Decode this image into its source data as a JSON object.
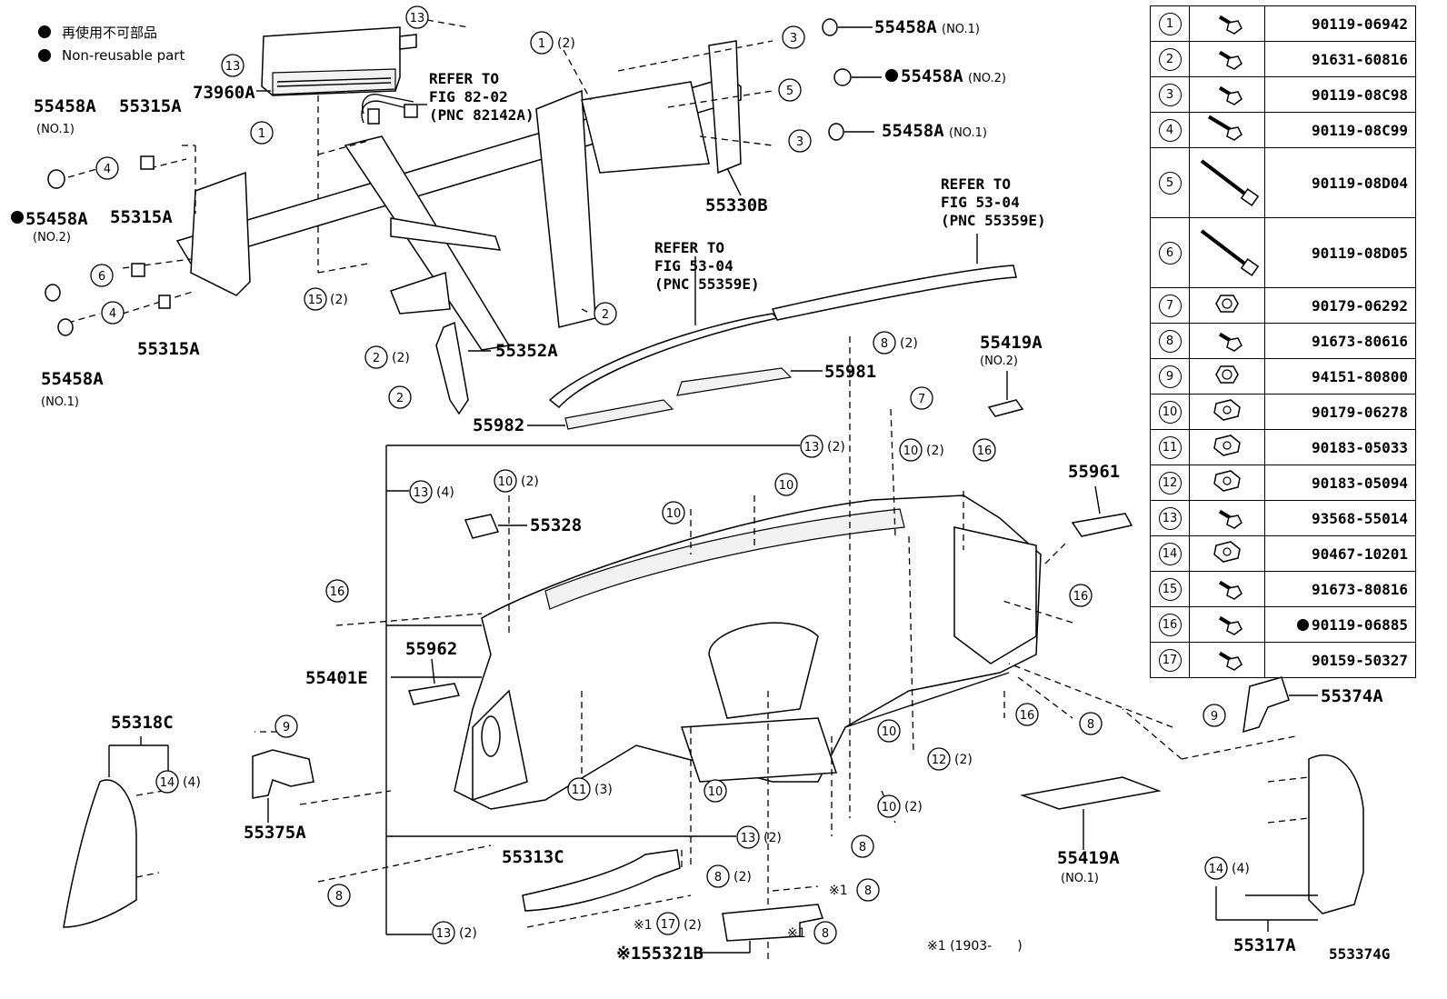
{
  "legend": {
    "line1": "再使用不可部品",
    "line2": "Non-reusable part"
  },
  "labels": {
    "p73960A": "73960A",
    "p55458A_a": "55458A",
    "p55458A_a_sub": "(NO.1)",
    "p55315A_a": "55315A",
    "p55458A_b": "55458A",
    "p55458A_b_sub": "(NO.2)",
    "p55315A_b": "55315A",
    "p55315A_c": "55315A",
    "p55458A_c": "55458A",
    "p55458A_c_sub": "(NO.1)",
    "refer1_a": "REFER TO",
    "refer1_b": "FIG 82-02",
    "refer1_c": "(PNC 82142A)",
    "p55458A_r1": "55458A",
    "p55458A_r1_sub": "(NO.1)",
    "p55458A_r2": "55458A",
    "p55458A_r2_sub": "(NO.2)",
    "p55458A_r3": "55458A",
    "p55458A_r3_sub": "(NO.1)",
    "p55330B": "55330B",
    "refer2_a": "REFER TO",
    "refer2_b": "FIG 53-04",
    "refer2_c": "(PNC 55359E)",
    "refer3_a": "REFER TO",
    "refer3_b": "FIG 53-04",
    "refer3_c": "(PNC 55359E)",
    "p55352A": "55352A",
    "p55981": "55981",
    "p55982": "55982",
    "p55419A_2": "55419A",
    "p55419A_2_sub": "(NO.2)",
    "p55961": "55961",
    "p55328": "55328",
    "p55962": "55962",
    "p55401E": "55401E",
    "p55318C": "55318C",
    "p55375A": "55375A",
    "p55313C": "55313C",
    "p55321B": "※155321B",
    "p55419A_1": "55419A",
    "p55419A_1_sub": "(NO.1)",
    "p55374A": "55374A",
    "p55317A": "55317A",
    "note1": "※1 (1903-　　)",
    "figno": "553374G",
    "q2": "(2)",
    "q3": "(3)",
    "q4": "(4)",
    "x1": "※1"
  },
  "table": [
    {
      "no": "1",
      "part": "90119-06942"
    },
    {
      "no": "2",
      "part": "91631-60816"
    },
    {
      "no": "3",
      "part": "90119-08C98"
    },
    {
      "no": "4",
      "part": "90119-08C99"
    },
    {
      "no": "5",
      "part": "90119-08D04"
    },
    {
      "no": "6",
      "part": "90119-08D05"
    },
    {
      "no": "7",
      "part": "90179-06292"
    },
    {
      "no": "8",
      "part": "91673-80616"
    },
    {
      "no": "9",
      "part": "94151-80800"
    },
    {
      "no": "10",
      "part": "90179-06278"
    },
    {
      "no": "11",
      "part": "90183-05033"
    },
    {
      "no": "12",
      "part": "90183-05094"
    },
    {
      "no": "13",
      "part": "93568-55014"
    },
    {
      "no": "14",
      "part": "90467-10201"
    },
    {
      "no": "15",
      "part": "91673-80816"
    },
    {
      "no": "16",
      "part": "90119-06885",
      "nonreusable": true
    },
    {
      "no": "17",
      "part": "90159-50327"
    }
  ]
}
